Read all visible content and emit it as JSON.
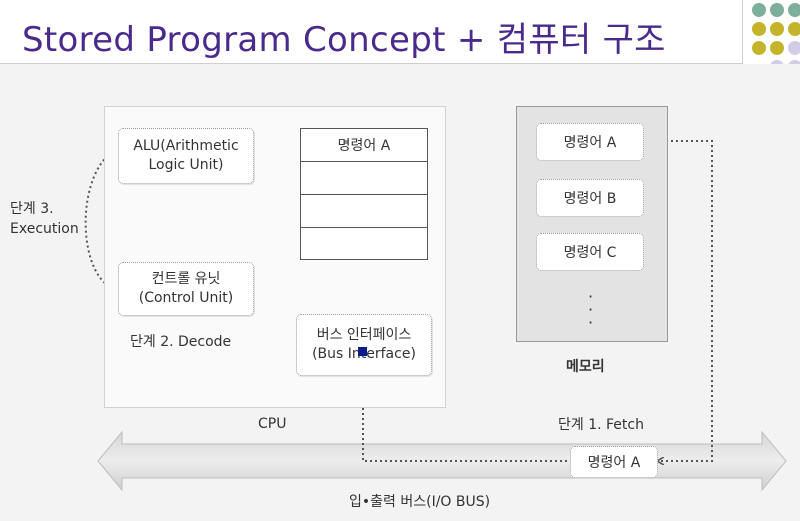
{
  "title": "Stored Program Concept + 컴퓨터 구조",
  "colors": {
    "title": "#4a2a8c",
    "dot_teal": "#7eaf9c",
    "dot_olive": "#c4b42c",
    "dot_lavender": "#d3cbe7"
  },
  "cpu": {
    "label": "CPU",
    "alu": {
      "line1": "ALU(Arithmetic",
      "line2": "Logic Unit)"
    },
    "control_unit": {
      "line1": "컨트롤 유닛",
      "line2": "(Control Unit)"
    },
    "bus_interface": {
      "line1": "버스 인터페이스",
      "line2": "(Bus Interface)"
    },
    "register": {
      "rows": [
        "명령어 A",
        "",
        "",
        ""
      ]
    }
  },
  "steps": {
    "step3_line1": "단계 3.",
    "step3_line2": "Execution",
    "step2": "단계 2. Decode",
    "step1": "단계 1. Fetch"
  },
  "memory": {
    "label": "메모리",
    "items": [
      "명령어 A",
      "명령어 B",
      "명령어 C"
    ],
    "ellipsis": "·\n·\n·"
  },
  "bus": {
    "caption": "입•출력 버스(I/O  BUS)",
    "packet": "명령어 A"
  }
}
